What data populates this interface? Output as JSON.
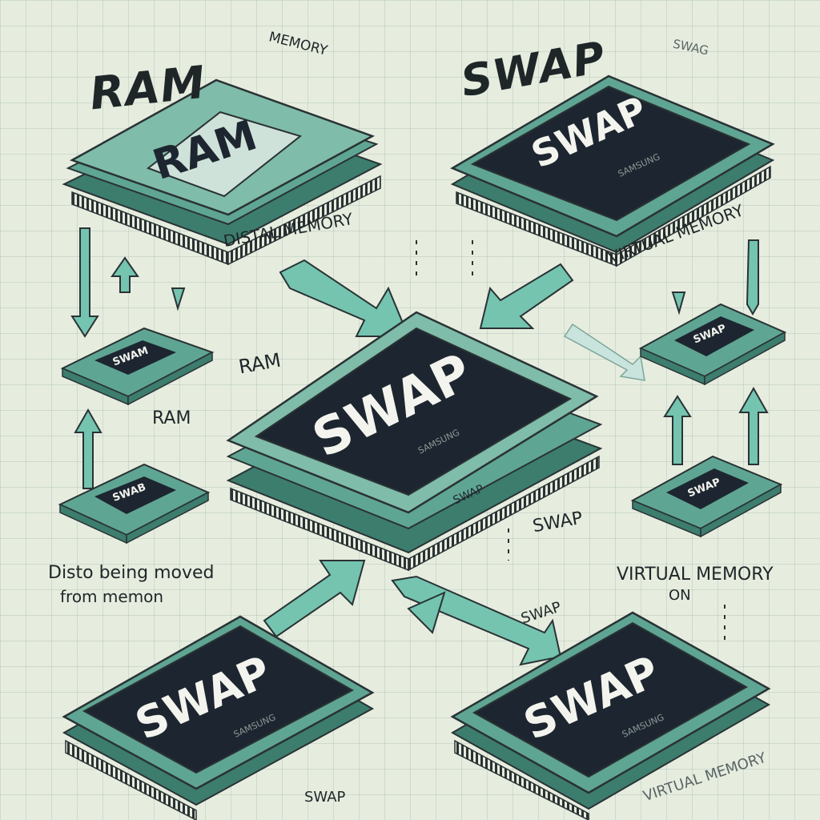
{
  "headings": {
    "ram": "RAM",
    "ram_memory": "MEMORY",
    "swap": "SWAP",
    "swap_small": "SWAG"
  },
  "modules": {
    "ram_top": {
      "label": "RAM"
    },
    "swap_top": {
      "label": "SWAP",
      "sublabel": "SAMSUNG"
    },
    "center": {
      "label": "SWAP",
      "sublabel": "SAMSUNG",
      "edge_label": "SWAP"
    },
    "bottom_left": {
      "label": "SWAP",
      "sublabel": "SAMSUNG"
    },
    "bottom_right": {
      "label": "SWAP",
      "sublabel": "SAMSUNG"
    },
    "chip_left_1": {
      "label": "SWAM"
    },
    "chip_left_2": {
      "label": "SWAB"
    },
    "chip_right_1": {
      "label": "SWAP"
    },
    "chip_right_2": {
      "label": "SWAP"
    }
  },
  "labels": {
    "digital_memory": "DISTAL MEMORY",
    "virtual_memory_top": "VIRTUAL MEMORY",
    "ram_mid": "RAM",
    "ram_left": "RAM",
    "swap_right": "SWAP",
    "data_moved_line1": "Disto being moved",
    "data_moved_line2": "from memon",
    "virtual_memory_right": "VIRTUAL MEMORY",
    "on": "ON",
    "swap_bottom_mid": "SWAP",
    "swap_bottom": "SWAP",
    "virtual_memory_bottom": "VIRTUAL MEMORY"
  },
  "colors": {
    "background": "#e6eddf",
    "module_green": "#5fa593",
    "module_green_dark": "#3c7d6e",
    "chip_black": "#1d2630",
    "arrow_teal": "#74c4b0",
    "ink": "#1f2628"
  }
}
